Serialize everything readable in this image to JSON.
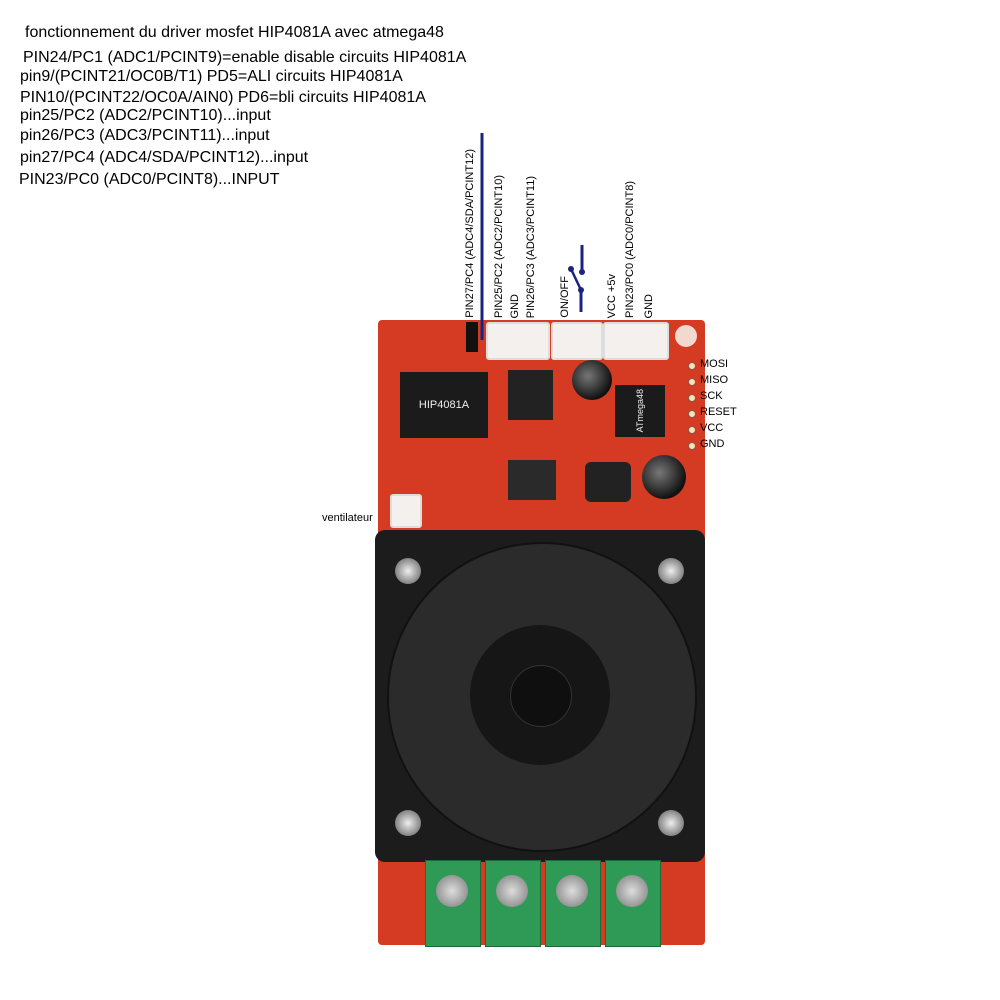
{
  "title": "fonctionnement du driver mosfet HIP4081A avec atmega48",
  "notes": [
    "PIN24/PC1 (ADC1/PCINT9)=enable disable circuits HIP4081A",
    "pin9/(PCINT21/OC0B/T1) PD5=ALI circuits HIP4081A",
    "PIN10/(PCINT22/OC0A/AIN0) PD6=bli circuits HIP4081A",
    "pin25/PC2 (ADC2/PCINT10)...input",
    "pin26/PC3 (ADC3/PCINT11)...input",
    "pin27/PC4 (ADC4/SDA/PCINT12)...input",
    "PIN23/PC0 (ADC0/PCINT8)...INPUT"
  ],
  "connector_labels": {
    "pc4": "PIN27/PC4 (ADC4/SDA/PCINT12)",
    "pc2": "PIN25/PC2 (ADC2/PCINT10)",
    "gnd1": "GND",
    "pc3": "PIN26/PC3 (ADC3/PCINT11)",
    "onoff": "ON/OFF",
    "vcc": "VCC +5v",
    "pc0": "PIN23/PC0 (ADC0/PCINT8)",
    "gnd2": "GND"
  },
  "isp_header": [
    "MOSI",
    "MISO",
    "SCK",
    "RESET",
    "VCC",
    "GND"
  ],
  "chips": {
    "driver": "HIP4081A",
    "mcu": "ATmega48"
  },
  "fan_label": "ventilateur",
  "colors": {
    "board": "#d53a22",
    "wire": "#1a237e",
    "terminal": "#2e9a55"
  }
}
